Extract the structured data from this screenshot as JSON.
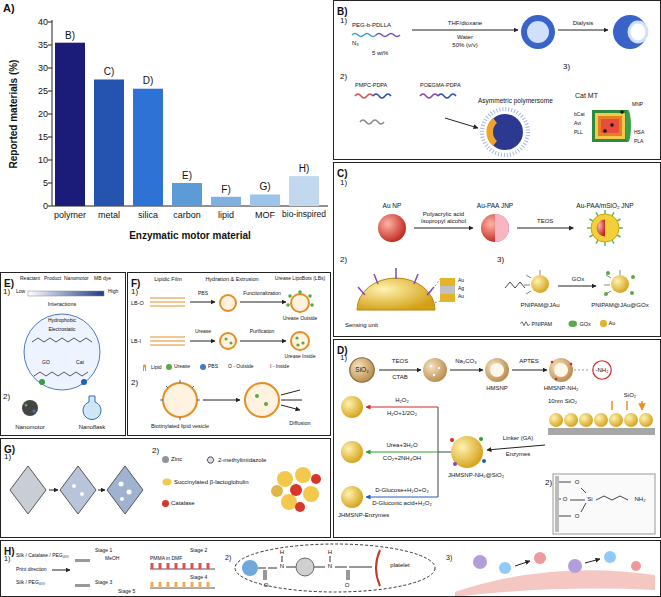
{
  "diagram": {
    "nodes": [
      {
        "text": [
          "B)"
        ]
      },
      {
        "text": [
          "C)"
        ]
      },
      {
        "text": [
          "Au NP"
        ],
        "in": 1
      },
      {
        "text": [
          "Au-PAA JNP"
        ],
        "in": 1
      },
      {
        "text": [
          "Au-PAA/mSiO₂ JNP"
        ],
        "in": 1
      },
      {
        "text": [
          "D)"
        ]
      },
      {
        "text": [
          "SiO₂"
        ],
        "in": 5
      },
      {
        "text": [
          "-NH₂"
        ],
        "in": 5
      },
      {
        "text": [
          "E)"
        ]
      },
      {
        "text": [
          "F)"
        ]
      },
      {
        "text": [
          "G)"
        ]
      },
      {
        "text": [
          "H)"
        ]
      }
    ],
    "edges": [
      {
        "from": 2,
        "to": 3,
        "arrow": "to",
        "label": "Polyacrylic acid Isopropyl alcohol"
      },
      {
        "from": 3,
        "to": 4,
        "arrow": "to",
        "label": "TEOS"
      }
    ],
    "labels": [
      "A)",
      "Reported materials (%)",
      "0",
      "5",
      "10",
      "15",
      "20",
      "25",
      "30",
      "35",
      "40",
      "polymer",
      "metal",
      "silica",
      "carbon",
      "lipid",
      "MOF",
      "bio-inspired",
      "Enzymatic motor material",
      "B)",
      "C)",
      "D)",
      "E)",
      "F)",
      "G)",
      "H)",
      "1)",
      "PEG-b-PDLLA",
      "N₃",
      "5 wt%",
      "THF/dioxane",
      "Water",
      "50% (v/v)",
      "Dialysis",
      "2)",
      "PMPC-PDPA",
      "POEGMA-PDPA",
      "Asymmetric polymersome",
      "3)",
      "Cat MT",
      "bCat",
      "Avi",
      "PLL",
      "MNP",
      "HSA",
      "PLA",
      "1)",
      "2)",
      "Sensing unit",
      "Au",
      "Ag",
      "Au",
      "3)",
      "PNIPAM@JAu",
      "GOx",
      "PNIPAM@JAu@GOx",
      "1)",
      "TEOS",
      "CTAB",
      "Na₂CO₃",
      "HMSNP",
      "APTES",
      "HMSNP-NH₂",
      "10nm SiO₂",
      "SiO₂",
      "Linker (GA)",
      "Enzymes",
      "JHMSNP-NH₂@SiO₂",
      "H₂O₂",
      "H₂O+1/2O₂",
      "Urea+3H₂O",
      "CO₂+2NH₄OH",
      "D-Glucose+H₂O+O₂",
      "D-Gluconic acid+H₂O₂",
      "JHMSNP-Enzymes",
      "2)",
      "O",
      "O",
      "O",
      "Si",
      "NH₂",
      "1)",
      "Reactant",
      "Product",
      "Nanomotor",
      "MB dye",
      "Low",
      "High",
      "Interactions",
      "Hydrophobic",
      "Electrostatic",
      "GO",
      "Cat",
      "2)",
      "Nanomotor",
      "Nanoflask",
      "1)",
      "Lipidic Film",
      "Hydration & Extrusion",
      "Urease LipoBots (LBs)",
      "LB-O",
      "PBS",
      "Functionalization",
      "Urease Outside",
      "LB-I",
      "Urease",
      "Purification",
      "Urease Inside",
      "O - Outside",
      "I - Inside",
      "2)",
      "Biotinylated lipid vesicle",
      "Diffusion",
      "1)",
      "2)",
      "1)",
      "Silk / Catalase / PEG₄₀₀",
      "Stage 1",
      "MeOH",
      "Print direction",
      "Stage 2",
      "PMMA in DMF",
      "Silk / PEG₄₀₀",
      "Stage 3",
      "Stage 4",
      "Stage 5",
      "2)",
      "H",
      "N",
      "O",
      "N",
      "H",
      "O",
      "platelet",
      "3)"
    ],
    "legend": [
      {
        "text": "PNIPAM"
      },
      {
        "text": "GOx"
      },
      {
        "text": "Au",
        "color": "#e3b32a"
      },
      {
        "text": "Lipid"
      },
      {
        "text": "Urease",
        "color": "#5aa846"
      },
      {
        "text": "PBS",
        "color": "#3d7cc9"
      },
      {
        "text": "Zinc",
        "color": "#8f959c"
      },
      {
        "text": "2-methylimidazole"
      },
      {
        "text": "Succinylated β-lactoglobulin"
      },
      {
        "text": "Catalase",
        "color": "#d9352b"
      }
    ]
  }
}
